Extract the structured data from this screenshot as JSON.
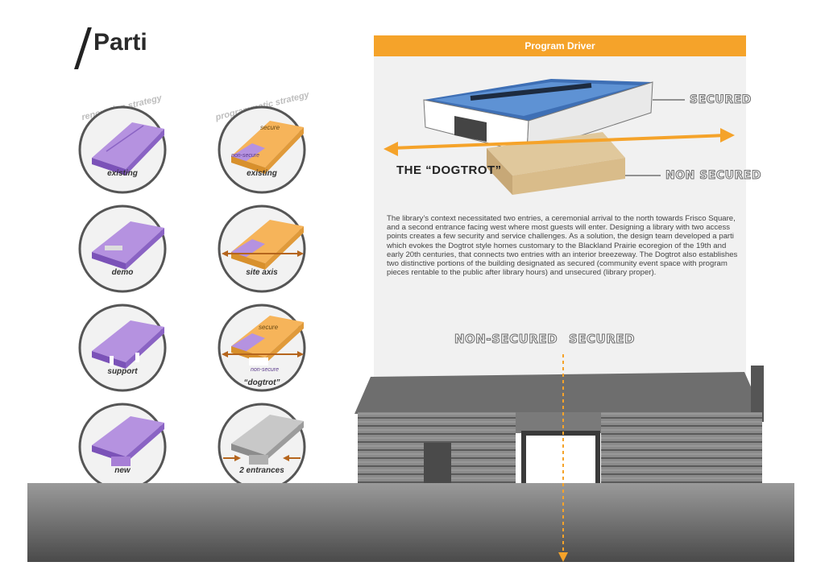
{
  "page": {
    "title": "Parti"
  },
  "left_columns": {
    "renovation_heading": "renovation strategy",
    "programmatic_heading": "programmatic strategy",
    "renovation_steps": [
      "existing",
      "demo",
      "support",
      "new"
    ],
    "programmatic_steps": [
      "existing",
      "site axis",
      "“dogtrot”",
      "2 entrances"
    ],
    "callouts": {
      "secure": "secure",
      "non_secure": "non-secure"
    }
  },
  "panel": {
    "header": "Program Driver",
    "label_secured": "SECURED",
    "label_non_secured": "NON SECURED",
    "label_dogtrot": "THE “DOGTROT”",
    "body": "The library’s context necessitated two entries, a ceremonial arrival to the north towards Frisco Square, and a second entrance facing west where most guests will enter.  Designing a library with two access points creates a few security and service challenges. As a solution, the design team developed a parti which evokes the Dogtrot style homes customary to the Blackland Prairie ecoregion of the 19th and early 20th centuries, that connects two entries with an interior breezeway. The Dogtrot also establishes two distinctive portions of the building designated as secured (community event space with program pieces rentable to the public after library hours) and unsecured (library proper)."
  },
  "photo": {
    "label_left": "NON-SECURED",
    "label_right": "SECURED"
  },
  "colors": {
    "accent_orange": "#f5a32a",
    "renovation_purple": "#a77fd6",
    "panel_bg": "#f1f1f1"
  }
}
